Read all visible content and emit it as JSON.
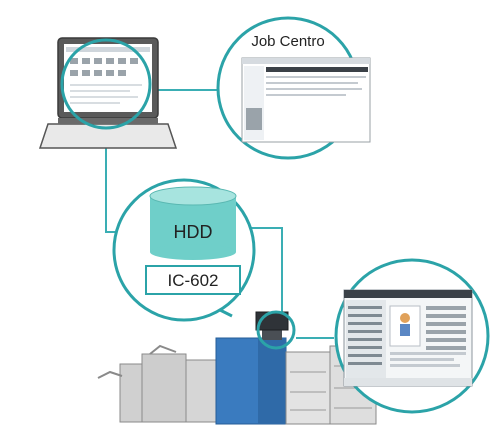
{
  "labels": {
    "software_title": "Job Centro",
    "storage_label": "HDD",
    "controller_label": "IC-602"
  },
  "colors": {
    "connector": "#3aaeb4",
    "circle_stroke": "#2ba3a8",
    "hdd_fill": "#6fcfc9",
    "hdd_top": "#a7e4df",
    "printer_blue": "#3a7bbf",
    "printer_gray": "#c9c9c9"
  }
}
